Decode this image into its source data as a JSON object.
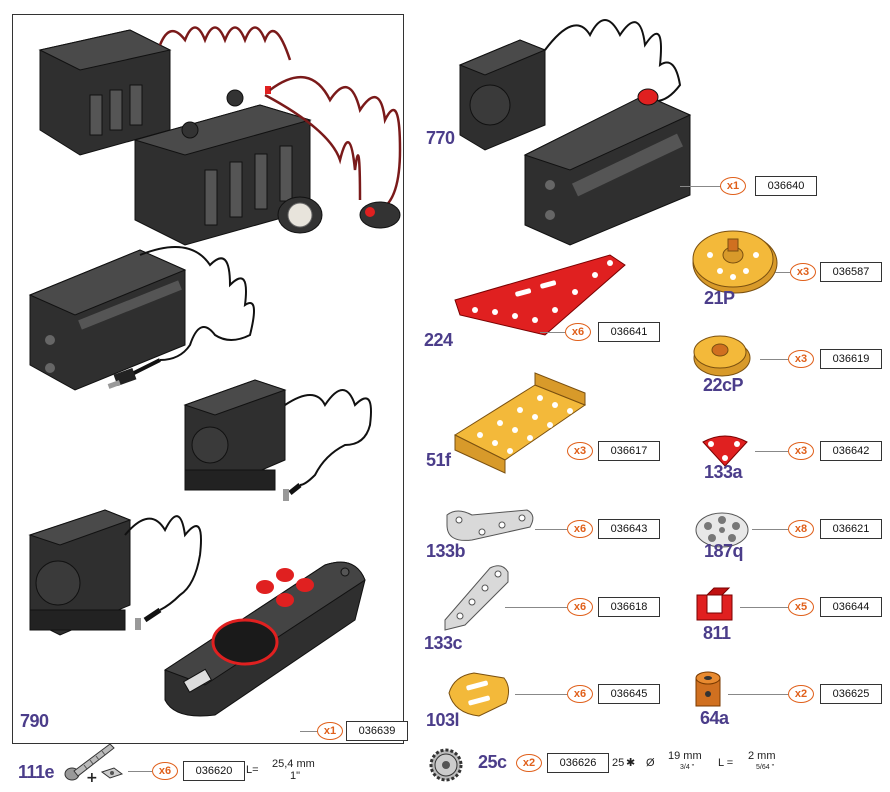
{
  "left_panel": {
    "part_number": "790",
    "qty": "x1",
    "ref": "036639"
  },
  "parts": [
    {
      "num": "770",
      "qty": "x1",
      "ref": "036640"
    },
    {
      "num": "224",
      "qty": "x6",
      "ref": "036641"
    },
    {
      "num": "21P",
      "qty": "x3",
      "ref": "036587"
    },
    {
      "num": "22cP",
      "qty": "x3",
      "ref": "036619"
    },
    {
      "num": "51f",
      "qty": "x3",
      "ref": "036617"
    },
    {
      "num": "133a",
      "qty": "x3",
      "ref": "036642"
    },
    {
      "num": "133b",
      "qty": "x6",
      "ref": "036643"
    },
    {
      "num": "187q",
      "qty": "x8",
      "ref": "036621"
    },
    {
      "num": "133c",
      "qty": "x6",
      "ref": "036618"
    },
    {
      "num": "811",
      "qty": "x5",
      "ref": "036644"
    },
    {
      "num": "103l",
      "qty": "x6",
      "ref": "036645"
    },
    {
      "num": "64a",
      "qty": "x2",
      "ref": "036625"
    }
  ],
  "bottom_left": {
    "num": "111e",
    "qty": "x6",
    "ref": "036620",
    "length_label": "L=",
    "length_mm": "25,4 mm",
    "length_in": "1\""
  },
  "bottom_right": {
    "num": "25c",
    "qty": "x2",
    "ref": "036626",
    "teeth": "25",
    "diam_symbol": "Ø",
    "diam_mm": "19 mm",
    "diam_in": "3/4 \"",
    "length_label": "L =",
    "length_mm": "2 mm",
    "length_in": "5/64 \""
  },
  "colors": {
    "part_number": "#4b3d8a",
    "qty_circle": "#e0601b",
    "red_part": "#e02020",
    "yellow_part": "#f3b93a",
    "grey_part": "#d9d9d9",
    "black_part": "#2a2a2a",
    "wire": "#7a1a1a"
  }
}
